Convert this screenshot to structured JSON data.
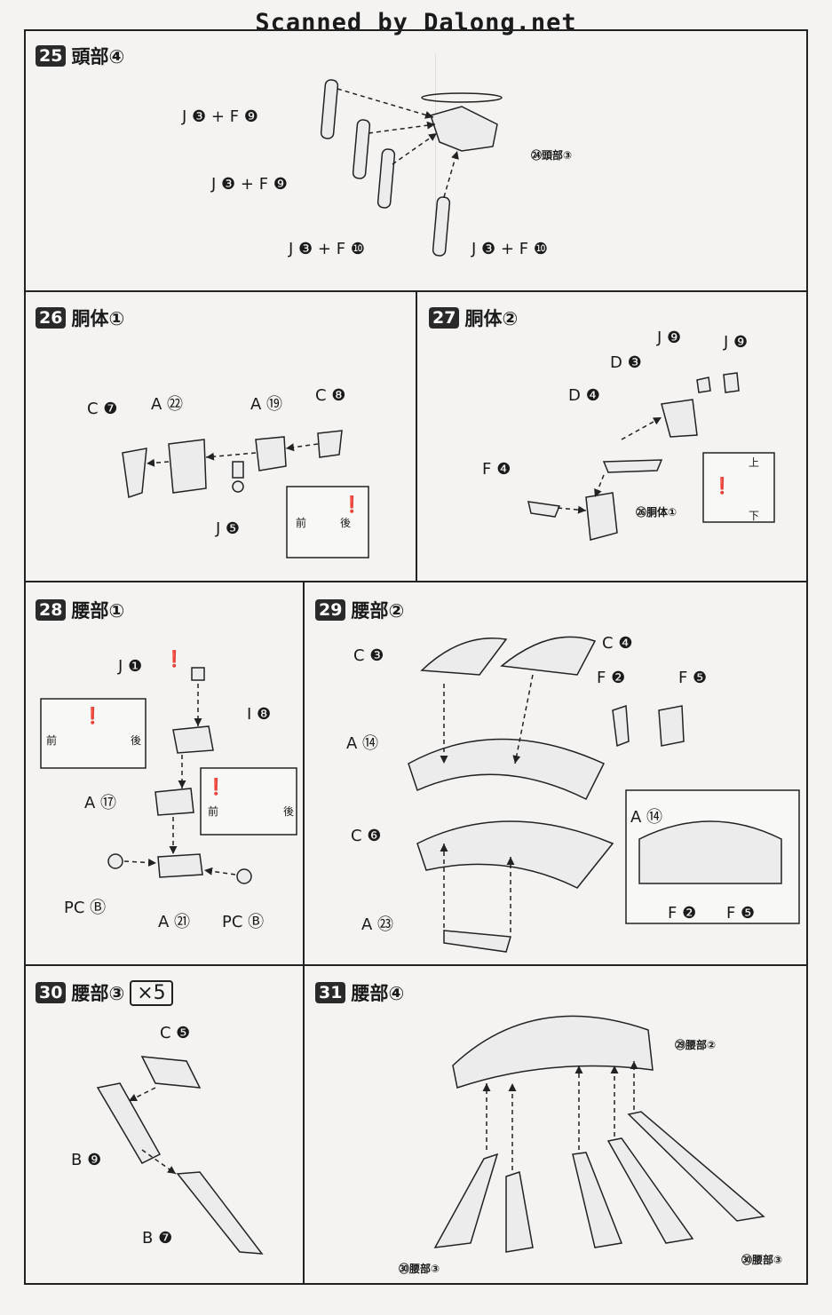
{
  "header": {
    "watermark": "Scanned by Dalong.net"
  },
  "steps": [
    {
      "num": "25",
      "title": "頭部④",
      "multiplier": "",
      "labels": [
        "J ❸ + F ❾",
        "J ❸ + F ❾",
        "J ❸ + F ❿",
        "J ❸ + F ❿"
      ],
      "refs": [
        "㉔頭部③"
      ]
    },
    {
      "num": "26",
      "title": "胴体①",
      "multiplier": "",
      "labels": [
        "C ❼",
        "A ㉒",
        "A ⑲",
        "C ❽",
        "J ❺"
      ],
      "note": {
        "front": "前",
        "back": "後"
      }
    },
    {
      "num": "27",
      "title": "胴体②",
      "multiplier": "",
      "labels": [
        "J ❾",
        "J ❾",
        "D ❸",
        "D ❹",
        "F ❹"
      ],
      "refs": [
        "㉖胴体①"
      ],
      "note": {
        "top": "上",
        "bottom": "下"
      }
    },
    {
      "num": "28",
      "title": "腰部①",
      "multiplier": "",
      "labels": [
        "J ❶",
        "I ❽",
        "A ⑰",
        "PC Ⓑ",
        "A ㉑",
        "PC Ⓑ"
      ],
      "note1": {
        "front": "前",
        "back": "後"
      },
      "note2": {
        "front": "前",
        "back": "後"
      }
    },
    {
      "num": "29",
      "title": "腰部②",
      "multiplier": "",
      "labels": [
        "C ❸",
        "C ❹",
        "F ❷",
        "F ❺",
        "A ⑭",
        "C ❻",
        "A ㉓"
      ],
      "detail": {
        "a": "A ⑭",
        "f2": "F ❷",
        "f5": "F ❺"
      }
    },
    {
      "num": "30",
      "title": "腰部③",
      "multiplier": "×5",
      "labels": [
        "C ❺",
        "B ❾",
        "B ❼"
      ]
    },
    {
      "num": "31",
      "title": "腰部④",
      "multiplier": "",
      "refs": [
        "㉙腰部②",
        "㉚腰部③",
        "㉚腰部③"
      ]
    }
  ],
  "icons": [
    "warning-icon",
    "arrow-icon"
  ]
}
